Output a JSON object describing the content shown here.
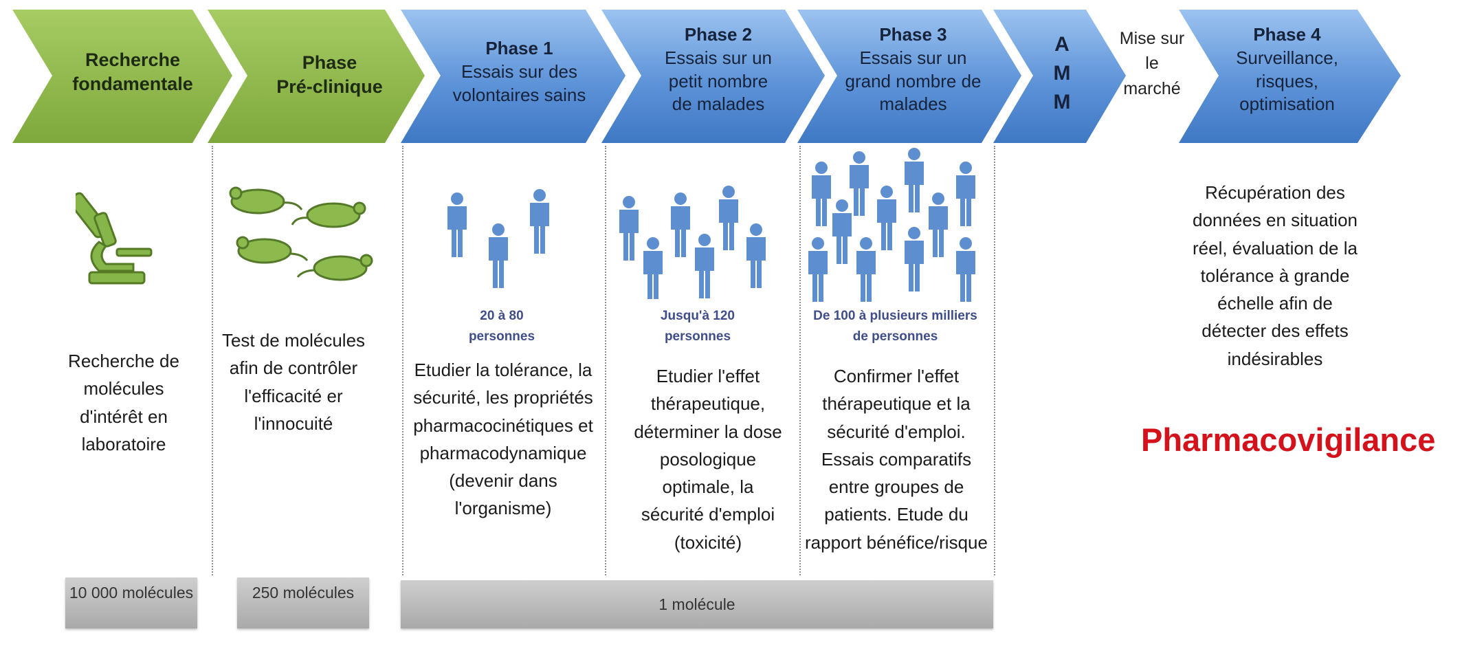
{
  "stages": [
    {
      "title": "Recherche fondamentale"
    },
    {
      "title": "Phase",
      "subtitle": "Pré-clinique"
    },
    {
      "title": "Phase 1",
      "subtitle": "Essais sur des volontaires sains"
    },
    {
      "title": "Phase 2",
      "subtitle": "Essais sur un petit nombre de malades"
    },
    {
      "title": "Phase 3",
      "subtitle": "Essais sur un grand nombre de malades"
    },
    {
      "title": "A M M"
    },
    {
      "title": "Phase 4",
      "subtitle": "Surveillance, risques, optimisation"
    }
  ],
  "mise_sur_marche": "Mise sur le marché",
  "counts": {
    "phase1": "20 à 80 personnes",
    "phase2": "Jusqu'à 120 personnes",
    "phase3": "De 100 à plusieurs milliers de personnes"
  },
  "descriptions": {
    "recherche": "Recherche de molécules d'intérêt en laboratoire",
    "preclinique": "Test de molécules afin de contrôler l'efficacité er l'innocuité",
    "phase1": "Etudier la tolérance, la sécurité, les propriétés pharmacocinétiques et pharmacodynamique (devenir dans l'organisme)",
    "phase2": "Etudier l'effet thérapeutique, déterminer la dose posologique optimale, la sécurité d'emploi (toxicité)",
    "phase3": "Confirmer l'effet thérapeutique et la sécurité d'emploi. Essais comparatifs entre groupes de patients. Etude du rapport bénéfice/risque",
    "phase4": "Récupération des données en situation réel, évaluation de la tolérance à grande échelle afin de détecter des effets indésirables"
  },
  "pharmacovigilance": "Pharmacovigilance",
  "boxes": {
    "box1": "10 000 molécules",
    "box2": "250 molécules",
    "box3": "1 molécule"
  },
  "colors": {
    "green": "#8db84a",
    "blue": "#5a8fd6",
    "person": "#5d8fd0",
    "red": "#d4121c"
  },
  "icons": [
    "microscope-icon",
    "mouse-icon",
    "person-icon"
  ]
}
